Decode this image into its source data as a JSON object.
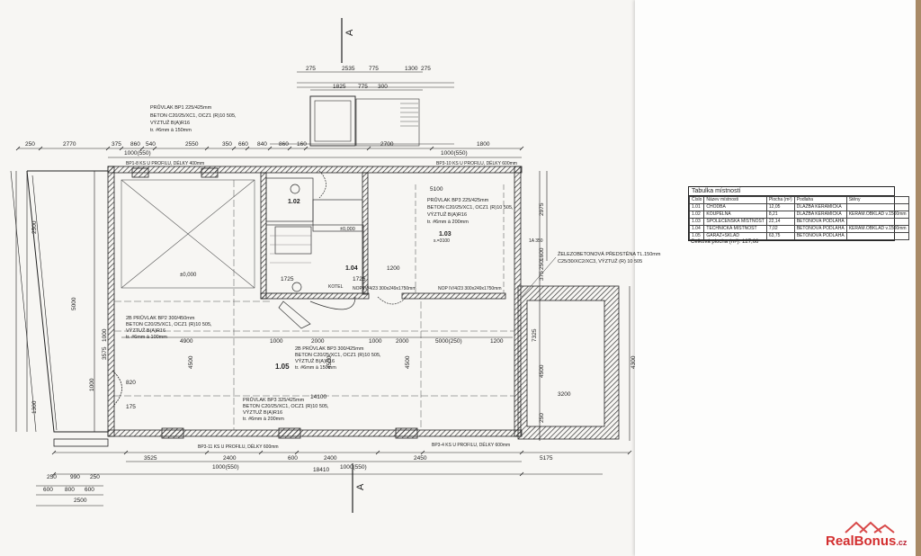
{
  "section_markers": {
    "top": "A",
    "bottom": "A"
  },
  "rooms": [
    {
      "id": "1.02"
    },
    {
      "id": "1.03",
      "sub": "s.=3100"
    },
    {
      "id": "1.04"
    },
    {
      "id": "1.05"
    }
  ],
  "labels": {
    "beam_bp1": [
      "PRŮVLAK BP1 225/425mm",
      "BETON C20/25/XC1, OCZ1 (R)10 505,",
      "VÝZTUŽ B(A)R16",
      "tr. #6mm à 150mm"
    ],
    "beam_bp3": [
      "PRŮVLAK BP3 225/425mm",
      "BETON C20/25/XC1, OCZ1 (R)10 505,",
      "VÝZTUŽ B(A)R16",
      "tr. #6mm à 200mm"
    ],
    "beam_bp2": [
      "2B PRŮVLAK BP2 300/450mm",
      "BETON C20/25/XC1, OCZ1 (R)10 505,",
      "VÝZTUŽ B(A)R16",
      "tr. #6mm à 100mm"
    ],
    "beam_bp3_2": [
      "2B PRŮVLAK BP3 300/425mm",
      "BETON C20/25/XC1, OCZ1 (R)10 505,",
      "VÝZTUŽ B(A)R16",
      "tr. #6mm à 150mm"
    ],
    "beam_bp3_3": [
      "PRŮVLAK BP3 325/425mm",
      "BETON C20/25/XC1, OCZ1 (R)10 505,",
      "VÝZTUŽ B(A)R16",
      "tr. #6mm à 200mm"
    ],
    "slab": [
      "ŽELEZOBETONOVÁ PŘEDSTĚNA TL.150mm",
      "C25/30/XC2/XC3, VÝZTUŽ (R) 10 505"
    ],
    "level_1": "±0,000",
    "level_2": "±0,000",
    "kotel": "KOTEL",
    "nadpraží_1": "NOP IV/4/23 300x249x1750mm",
    "nadpraží_2": "NOP IV/4/23 300x249x1750mm",
    "bp_bottom_1": "BP3-11 KS U PROFILU, DÉLKY 600mm",
    "bp_bottom_2": "BP3-4 KS U PROFILU, DÉLKY 600mm",
    "bp_top_1": "BP1-8 KS U PROFILU, DÉLKY 400mm",
    "bp_top_2": "BP3-10 KS U PROFILU, DÉLKY 600mm",
    "ks": "1A 350"
  },
  "dimensions": {
    "top_row": [
      "250",
      "2770",
      "375",
      "860",
      "540",
      "2550",
      "350",
      "660",
      "840",
      "860",
      "160",
      "2700",
      "1800"
    ],
    "top_sub": [
      "1000(550)",
      "1000(550)"
    ],
    "top_upper": [
      "275",
      "2535",
      "775",
      "1300",
      "275"
    ],
    "top_upper2": [
      "1825",
      "775",
      "300"
    ],
    "right_col": [
      "2975",
      "1600",
      "250",
      "375",
      "4500",
      "250"
    ],
    "right_pool": [
      "7325",
      "4300",
      "3200"
    ],
    "left_col": [
      "5000",
      "1000",
      "2500",
      "3575",
      "1000",
      "1300"
    ],
    "bottom_row": [
      "3525",
      "2400",
      "600",
      "2400",
      "2450",
      "5175"
    ],
    "bottom_sub": [
      "1000(550)",
      "1000(550)"
    ],
    "overall": "18410",
    "bottom_left": [
      "250",
      "990",
      "250",
      "600",
      "800",
      "600",
      "2500"
    ],
    "mid_row": [
      "4900",
      "1000",
      "2000",
      "1000",
      "2000",
      "5000(250)",
      "1200"
    ],
    "room105_w": "14100",
    "misc": [
      "1725",
      "1725",
      "1200",
      "820",
      "175",
      "4500",
      "4500",
      "4500",
      "5100"
    ]
  },
  "room_table": {
    "title": "Tabulka místností",
    "headers": [
      "Číslo",
      "Název místnosti",
      "Plocha (m²)",
      "Podlaha",
      "Stěny"
    ],
    "rows": [
      [
        "1.01",
        "CHODBA",
        "12,05",
        "DLAŽBA KERAMICKÁ",
        ""
      ],
      [
        "1.02",
        "KOUPELNA",
        "8,21",
        "DLAŽBA KERAMICKÁ",
        "KERAM.OBKLAD v.1500mm"
      ],
      [
        "1.03",
        "SPOLEČENSKÁ MÍSTNOST",
        "22,14",
        "BETONOVÁ PODLAHA",
        ""
      ],
      [
        "1.04",
        "TECHNICKÁ MÍSTNOST",
        "7,02",
        "BETONOVÁ PODLAHA",
        "KERAM.OBKLAD v.1500mm"
      ],
      [
        "1.05",
        "GARÁŽ+SKLAD",
        "63,75",
        "BETONOVÁ PODLAHA",
        ""
      ]
    ],
    "total_label": "Celková plocha (m²):",
    "total_value": "127,66"
  },
  "watermark": {
    "brand": "RealBonus",
    "tld": ".cz"
  }
}
